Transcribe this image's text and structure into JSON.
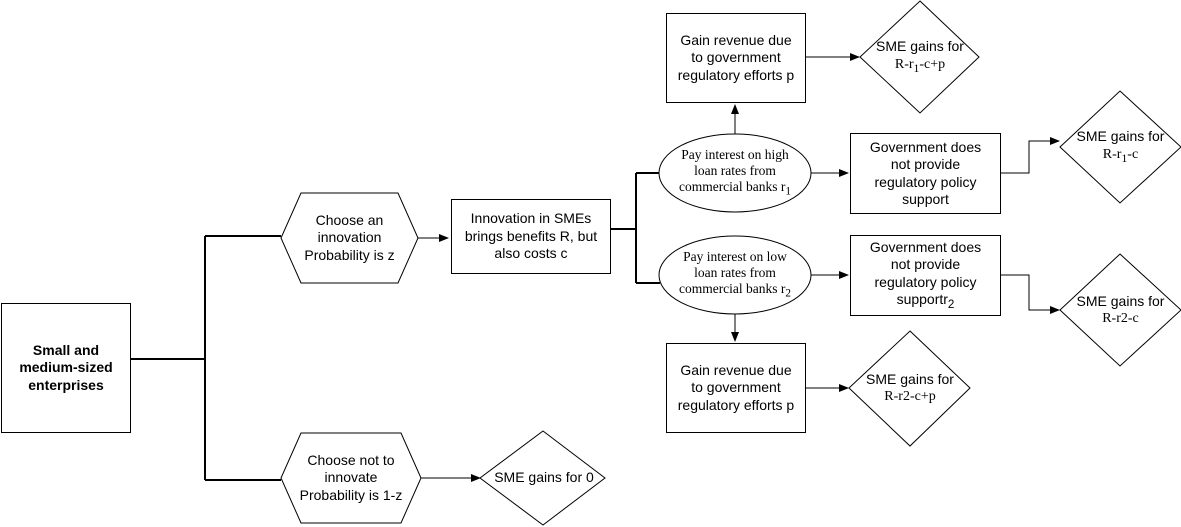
{
  "root": {
    "lines": [
      "Small and",
      "medium-sized",
      "enterprises"
    ]
  },
  "choose_innovate": {
    "lines": [
      "Choose an",
      "innovation",
      "Probability is z"
    ]
  },
  "choose_not": {
    "lines": [
      "Choose not to",
      "innovate",
      "Probability is 1-z"
    ]
  },
  "gain_zero": {
    "lines": [
      "SME gains for 0"
    ]
  },
  "innovation": {
    "lines": [
      "Innovation in SMEs",
      "brings benefits R, but",
      "also costs c"
    ]
  },
  "high_rate": {
    "lines": [
      "Pay interest on high",
      "loan rates from",
      "commercial banks r"
    ],
    "sub": "1"
  },
  "low_rate": {
    "lines": [
      "Pay interest on low",
      "loan rates from",
      "commercial banks r"
    ],
    "sub": "2"
  },
  "gain_top": {
    "lines": [
      "Gain revenue due",
      "to government",
      "regulatory efforts p"
    ]
  },
  "gain_bottom": {
    "lines": [
      "Gain revenue due",
      "to government",
      "regulatory efforts p"
    ]
  },
  "gov_no_1": {
    "lines": [
      "Government does",
      "not provide",
      "regulatory policy",
      "support"
    ]
  },
  "gov_no_2": {
    "lines": [
      "Government does",
      "not provide",
      "regulatory policy"
    ],
    "last_line": "supportr",
    "last_sub": "2"
  },
  "sme_top": {
    "line1": "SME gains for",
    "pre": "R-r",
    "sub": "1",
    "post": "-c+p"
  },
  "sme_high": {
    "line1": "SME gains for",
    "pre": "R-r",
    "sub": "1",
    "post": "-c"
  },
  "sme_low": {
    "line1": "SME gains for",
    "text": "R-r2-c"
  },
  "sme_bottom": {
    "line1": "SME gains for",
    "text": "R-r2-c+p"
  }
}
